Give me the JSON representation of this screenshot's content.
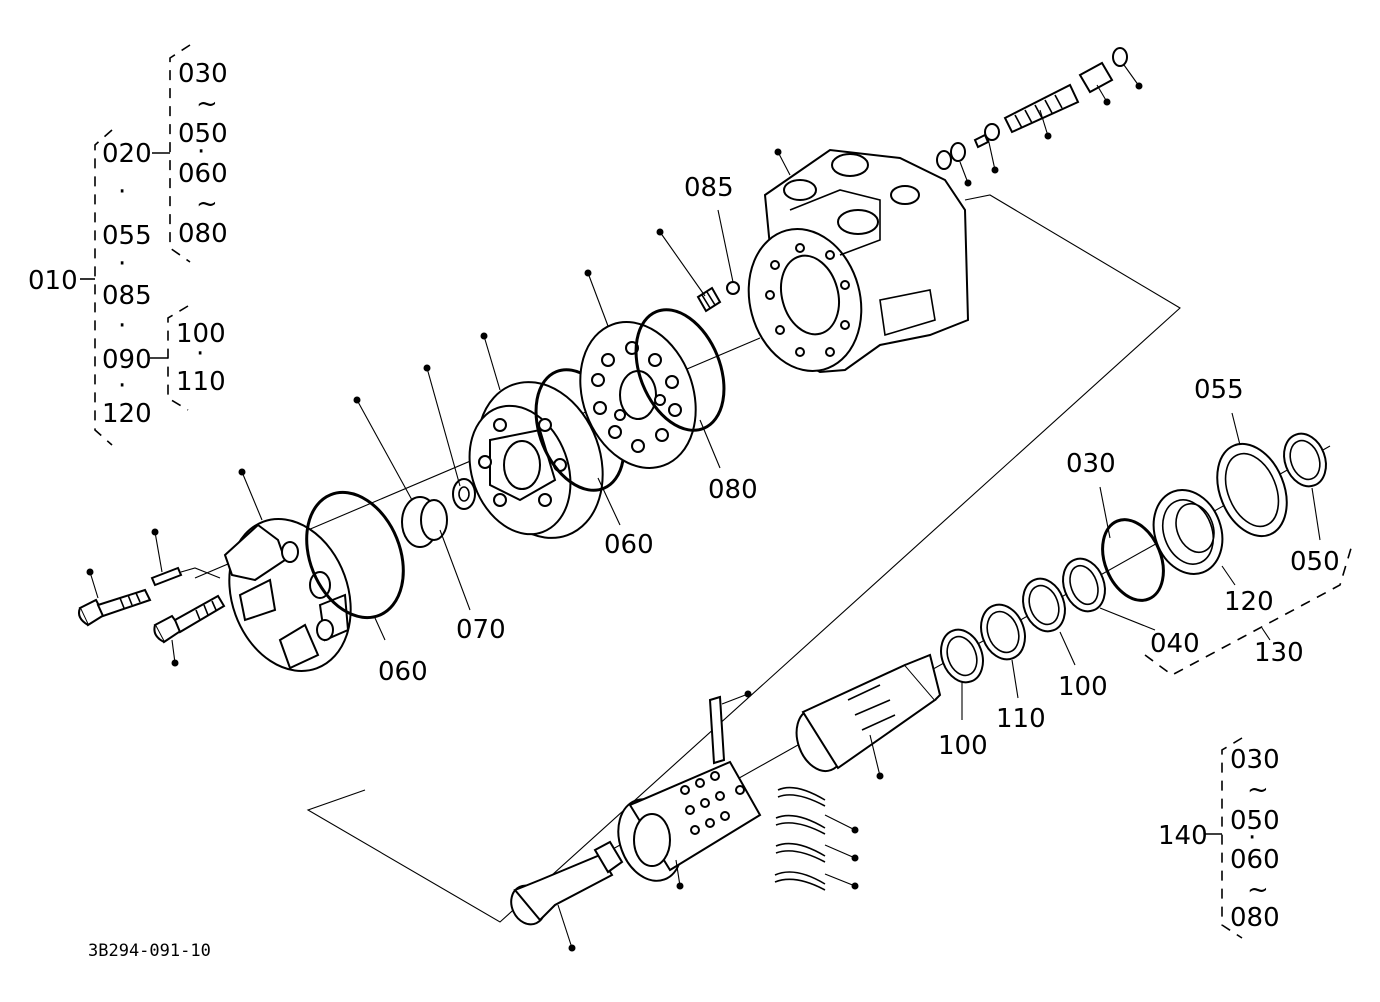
{
  "drawing_code": "3B294-091-10",
  "labels": {
    "l010": "010",
    "l020": "020",
    "l055a": "055",
    "l085a": "085",
    "l090": "090",
    "l120a": "120",
    "l030a": "030",
    "tilde1": "~",
    "l050a": "050",
    "dot1": "·",
    "l060a": "060",
    "tilde2": "~",
    "l080a": "080",
    "l100a": "100",
    "dot2": "·",
    "l110a": "110",
    "sep1": "·",
    "sep2": "·",
    "sep3": "·",
    "sep4": "·",
    "l085b": "085",
    "l080b": "080",
    "l060b": "060",
    "l060c": "060",
    "l070": "070",
    "l055b": "055",
    "l030b": "030",
    "l050b": "050",
    "l120b": "120",
    "l040": "040",
    "l130": "130",
    "l100b": "100",
    "l110b": "110",
    "l100c": "100",
    "l140": "140",
    "l030c": "030",
    "tilde3": "~",
    "l050c": "050",
    "dot3": "·",
    "l060d": "060",
    "tilde4": "~",
    "l080c": "080"
  }
}
